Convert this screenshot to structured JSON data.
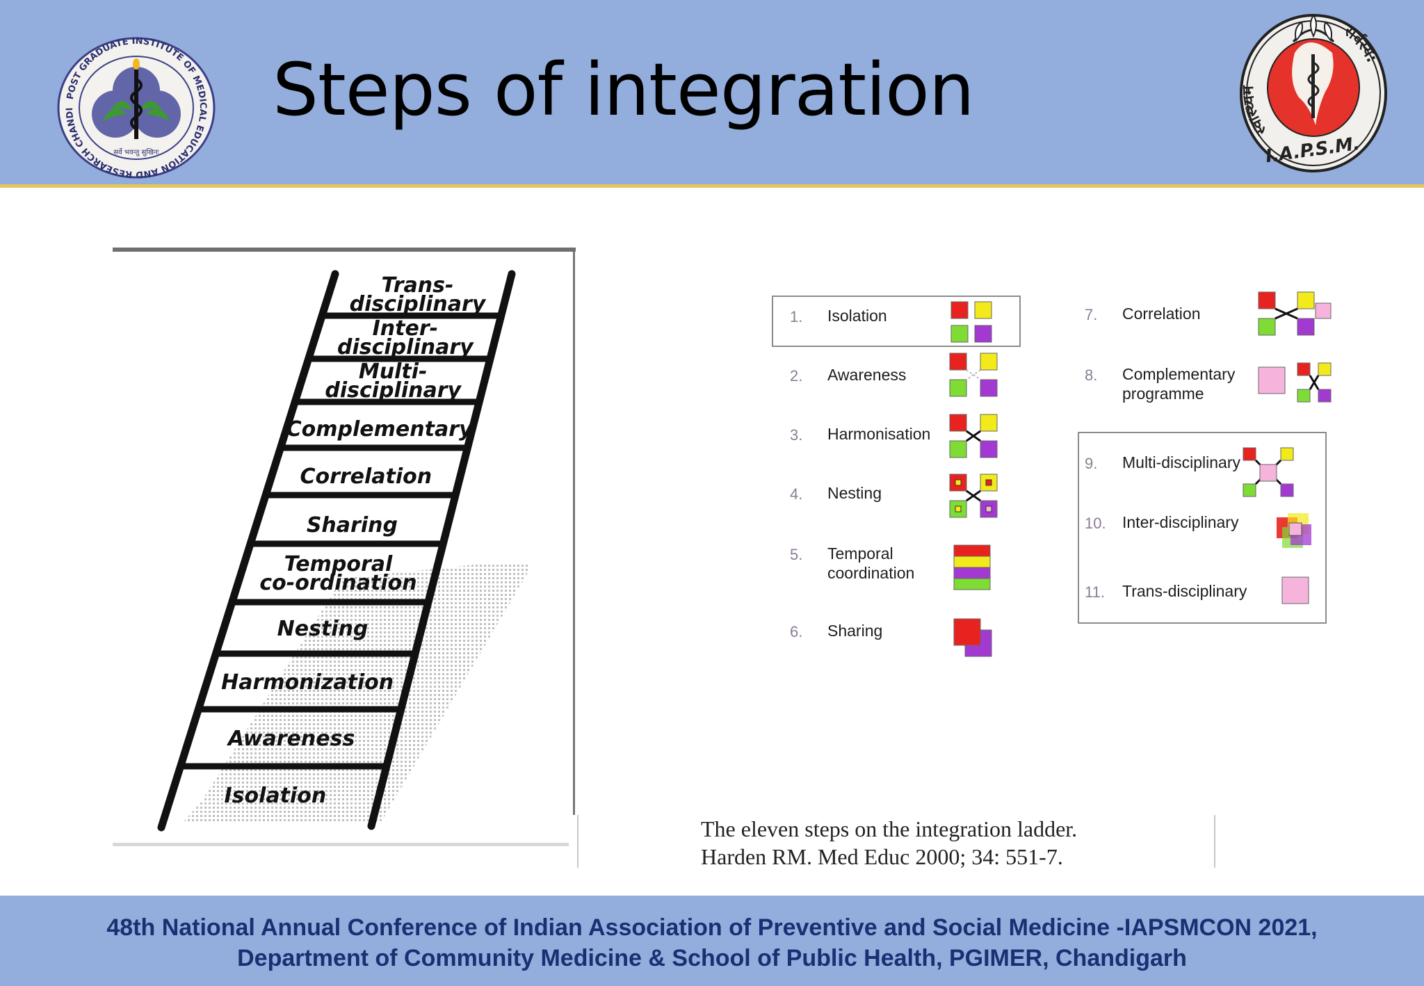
{
  "slide": {
    "title": "Steps of integration",
    "footer": {
      "line1": "48th National Annual Conference of Indian Association of Preventive and Social Medicine -IAPSMCON 2021,",
      "line2": "Department of Community Medicine & School of Public Health, PGIMER, Chandigarh"
    },
    "logos": {
      "left": {
        "icon": "pgimer-logo",
        "ring_text": "POST GRADUATE INSTITUTE OF MEDICAL EDUCATION AND RESEARCH CHANDIGARH",
        "inner_text": "सर्वे भवन्तु सुखिनः"
      },
      "right": {
        "icon": "iapsm-logo",
        "left_ring_text": "स्वास्थ्यम",
        "right_ring_text": "सर्वस्य:",
        "bottom_text": "I.A.P.S.M."
      }
    }
  },
  "ladder": {
    "rungs": [
      "Trans-\ndisciplinary",
      "Inter-\ndisciplinary",
      "Multi-\ndisciplinary",
      "Complementary",
      "Correlation",
      "Sharing",
      "Temporal\nco-ordination",
      "Nesting",
      "Harmonization",
      "Awareness",
      "Isolation"
    ]
  },
  "steps": [
    {
      "num": "1.",
      "label": "Isolation",
      "icon": "four-separate-squares-icon"
    },
    {
      "num": "2.",
      "label": "Awareness",
      "icon": "four-squares-faint-link-icon"
    },
    {
      "num": "3.",
      "label": "Harmonisation",
      "icon": "four-squares-linked-icon"
    },
    {
      "num": "4.",
      "label": "Nesting",
      "icon": "four-squares-nested-icon"
    },
    {
      "num": "5.",
      "label": "Temporal\ncoordination",
      "icon": "stacked-bars-icon"
    },
    {
      "num": "6.",
      "label": "Sharing",
      "icon": "overlapping-squares-icon"
    },
    {
      "num": "7.",
      "label": "Correlation",
      "icon": "linked-squares-with-pink-icon"
    },
    {
      "num": "8.",
      "label": "Complementary\nprogramme",
      "icon": "pink-square-and-linked-squares-icon"
    },
    {
      "num": "9.",
      "label": "Multi-disciplinary",
      "icon": "linked-to-pink-center-icon"
    },
    {
      "num": "10.",
      "label": "Inter-disciplinary",
      "icon": "blended-squares-icon"
    },
    {
      "num": "11.",
      "label": "Trans-disciplinary",
      "icon": "single-pink-square-icon"
    }
  ],
  "colors": {
    "header_bg": "#93aedd",
    "header_rule": "#e3c75a",
    "footer_text": "#1b2f73",
    "red": "#e8231f",
    "yellow": "#f2ea1a",
    "green": "#7fdc35",
    "purple": "#a239d1",
    "pink": "#f6b4dc"
  },
  "caption": {
    "line1": "The eleven steps on the integration ladder.",
    "line2": "Harden RM. Med Educ 2000; 34:  551-7."
  }
}
